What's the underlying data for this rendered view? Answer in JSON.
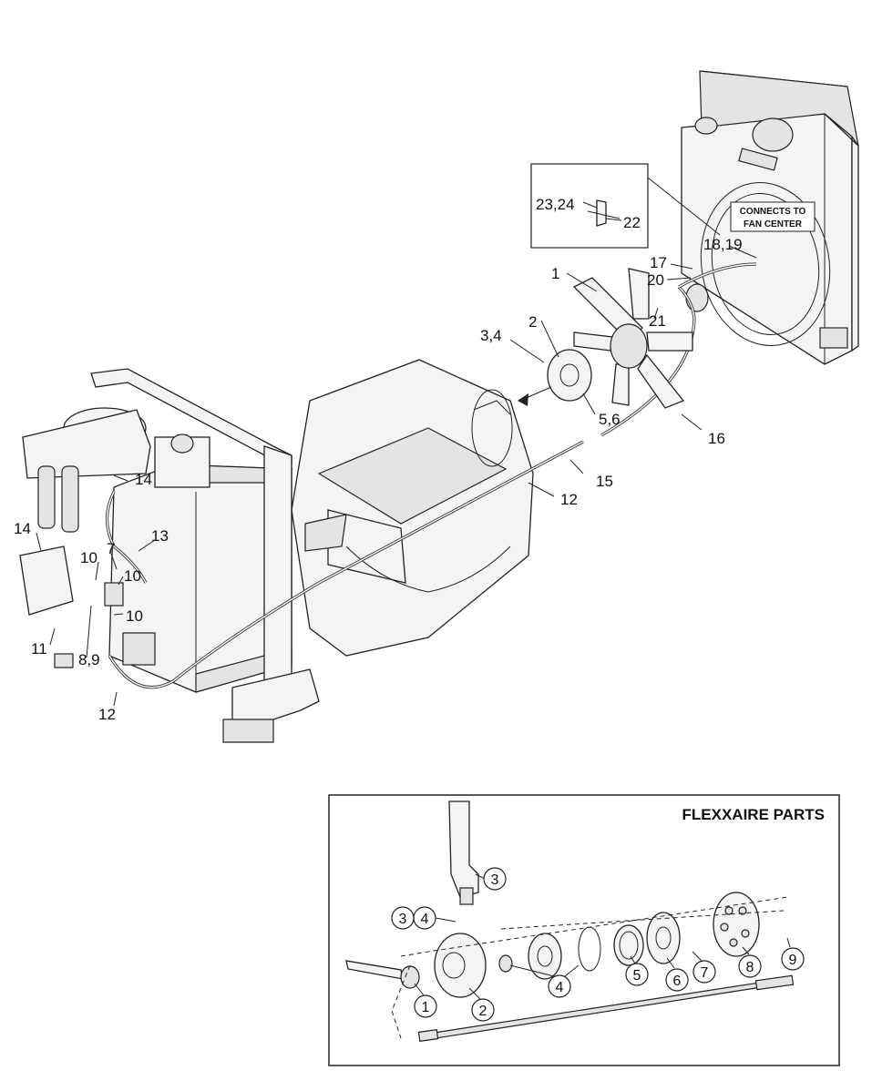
{
  "main_labels": [
    {
      "id": "l1",
      "text": "1"
    },
    {
      "id": "l2",
      "text": "2"
    },
    {
      "id": "l34",
      "text": "3,4"
    },
    {
      "id": "l56",
      "text": "5,6"
    },
    {
      "id": "l16",
      "text": "16"
    },
    {
      "id": "l15",
      "text": "15"
    },
    {
      "id": "l12a",
      "text": "12"
    },
    {
      "id": "l12b",
      "text": "12"
    },
    {
      "id": "l14a",
      "text": "14"
    },
    {
      "id": "l14b",
      "text": "14"
    },
    {
      "id": "l13",
      "text": "13"
    },
    {
      "id": "l7",
      "text": "7"
    },
    {
      "id": "l10a",
      "text": "10"
    },
    {
      "id": "l10b",
      "text": "10"
    },
    {
      "id": "l10c",
      "text": "10"
    },
    {
      "id": "l11",
      "text": "11"
    },
    {
      "id": "l89",
      "text": "8,9"
    },
    {
      "id": "l1819",
      "text": "18,19"
    },
    {
      "id": "l17",
      "text": "17"
    },
    {
      "id": "l20",
      "text": "20"
    },
    {
      "id": "l21",
      "text": "21"
    },
    {
      "id": "l2324",
      "text": "23,24"
    },
    {
      "id": "l22",
      "text": "22"
    }
  ],
  "callout": {
    "line1": "CONNECTS TO",
    "line2": "FAN CENTER"
  },
  "flexxaire": {
    "title": "FLEXXAIRE PARTS",
    "items": [
      {
        "id": "c3top",
        "text": "3"
      },
      {
        "id": "c3",
        "text": "3"
      },
      {
        "id": "c4",
        "text": "4"
      },
      {
        "id": "c1",
        "text": "1"
      },
      {
        "id": "c2",
        "text": "2"
      },
      {
        "id": "c4b",
        "text": "4"
      },
      {
        "id": "c5",
        "text": "5"
      },
      {
        "id": "c6",
        "text": "6"
      },
      {
        "id": "c7",
        "text": "7"
      },
      {
        "id": "c8",
        "text": "8"
      },
      {
        "id": "c9",
        "text": "9"
      }
    ]
  }
}
